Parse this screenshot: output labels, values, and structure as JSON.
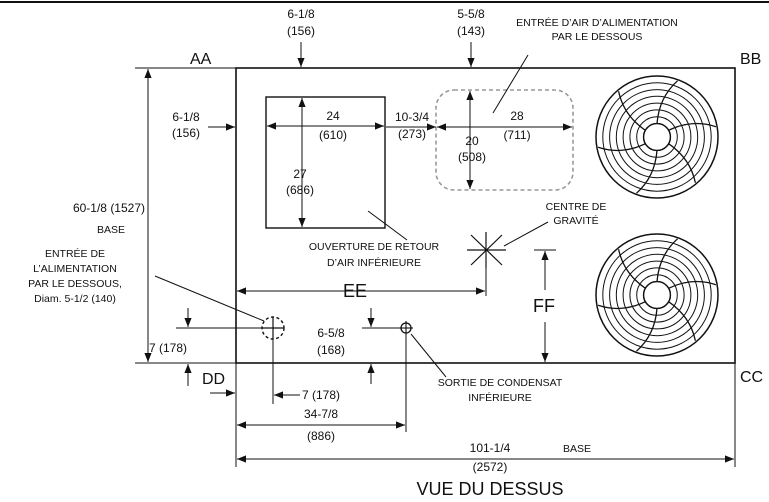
{
  "corners": {
    "aa": "AA",
    "bb": "BB",
    "cc": "CC",
    "dd": "DD",
    "ee": "EE",
    "ff": "FF"
  },
  "dims": {
    "top_offset": "6-1/8",
    "top_offset_mm": "(156)",
    "supply_offset": "5-5/8",
    "supply_offset_mm": "(143)",
    "left_offset": "6-1/8",
    "left_offset_mm": "(156)",
    "return_w": "24",
    "return_w_mm": "(610)",
    "return_h": "27",
    "return_h_mm": "(686)",
    "gap": "10-3/4",
    "gap_mm": "(273)",
    "supply_w": "28",
    "supply_w_mm": "(711)",
    "supply_h": "20",
    "supply_h_mm": "(508)",
    "height": "60-1/8 (1527)",
    "height_base": "BASE",
    "bottom_offset": "7 (178)",
    "cond_offset": "6-5/8",
    "cond_offset_mm": "(168)",
    "supply_in_x": "7 (178)",
    "cond_x": "34-7/8",
    "cond_x_mm": "(886)",
    "width": "101-1/4",
    "width_mm": "(2572)",
    "width_base": "BASE"
  },
  "labels": {
    "supply_air_1": "ENTRÉE D’AIR D’ALIMENTATION",
    "supply_air_2": "PAR LE DESSOUS",
    "cg_1": "CENTRE DE",
    "cg_2": "GRAVITÉ",
    "return_1": "OUVERTURE DE RETOUR",
    "return_2": "D’AIR INFÉRIEURE",
    "power_1": "ENTRÉE DE",
    "power_2": "L’ALIMENTATION",
    "power_3": "PAR LE DESSOUS,",
    "power_4": "Diam. 5-1/2 (140)",
    "cond_1": "SORTIE DE CONDENSAT",
    "cond_2": "INFÉRIEURE",
    "view_title": "VUE DU DESSUS"
  }
}
